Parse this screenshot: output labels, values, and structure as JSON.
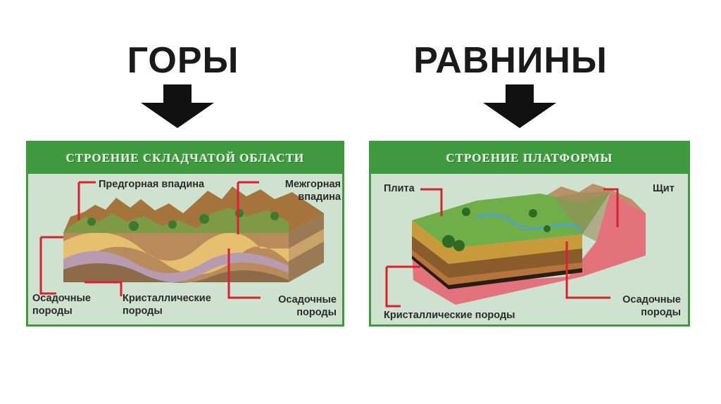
{
  "titles": {
    "left": "ГОРЫ",
    "right": "РАВНИНЫ"
  },
  "left_panel": {
    "header": "СТРОЕНИЕ СКЛАДЧАТОЙ ОБЛАСТИ",
    "labels": {
      "foothill": "Предгорная впадина",
      "intermountain": "Межгорная впадина",
      "sedimentary_left": "Осадочные породы",
      "crystalline": "Кристаллические породы",
      "sedimentary_right": "Осадочные породы"
    }
  },
  "right_panel": {
    "header": "СТРОЕНИЕ ПЛАТФОРМЫ",
    "labels": {
      "plate": "Плита",
      "shield": "Щит",
      "crystalline": "Кристаллические породы",
      "sedimentary": "Осадочные породы"
    }
  },
  "colors": {
    "panel_border": "#3f9a3f",
    "panel_bg": "#cfe1cf",
    "leader": "#d8222f",
    "arrow": "#111111"
  }
}
